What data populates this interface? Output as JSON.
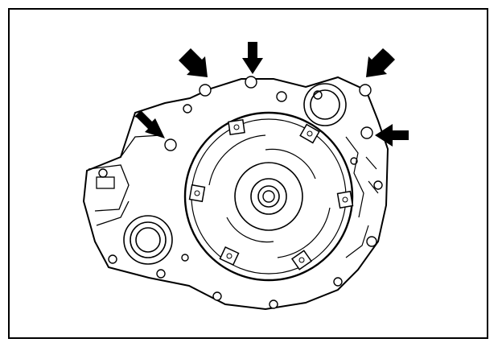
{
  "figure": {
    "icon": "transaxle-illustration",
    "line_color": "#000000",
    "background": "#ffffff",
    "callout_arrow_count": 5,
    "callout_arrows": [
      {
        "id": "arrow-1",
        "icon": "arrow-down-right-icon"
      },
      {
        "id": "arrow-2",
        "icon": "arrow-down-icon"
      },
      {
        "id": "arrow-3",
        "icon": "arrow-down-left-icon"
      },
      {
        "id": "arrow-4",
        "icon": "arrow-down-right-icon"
      },
      {
        "id": "arrow-5",
        "icon": "arrow-left-icon"
      }
    ]
  }
}
